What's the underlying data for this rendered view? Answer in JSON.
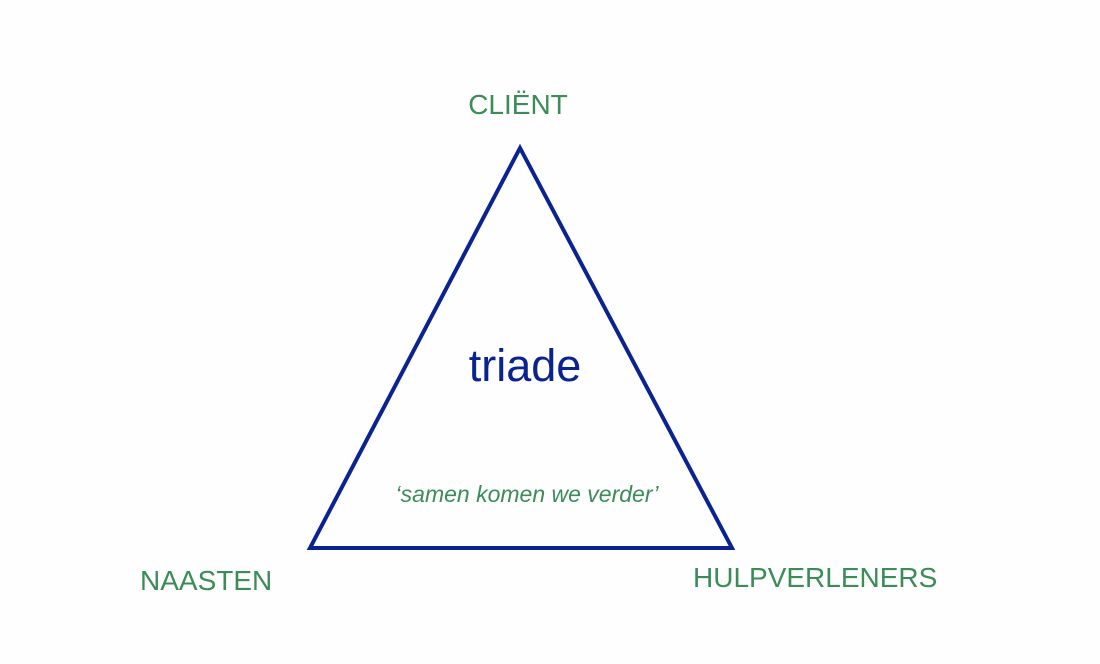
{
  "diagram": {
    "title": "triade",
    "tagline": "‘samen komen we verder’",
    "vertices": {
      "top": "CLIËNT",
      "bottom_left": "NAASTEN",
      "bottom_right": "HULPVERLENERS"
    },
    "colors": {
      "triangle": "#0a2391",
      "title": "#0a2391",
      "labels": "#3b8c57"
    }
  }
}
